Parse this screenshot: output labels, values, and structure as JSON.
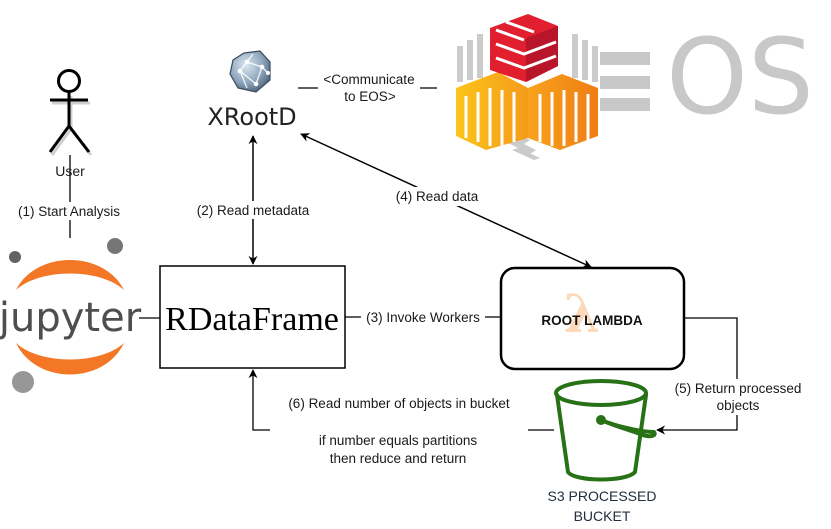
{
  "title": "ROOT Lambda distributed analysis architecture",
  "nodes": {
    "user": {
      "label": "User",
      "icon": "stick-figure"
    },
    "jupyter": {
      "label": "jupyter",
      "icon": "jupyter-logo"
    },
    "rdataframe": {
      "label": "RDataFrame"
    },
    "xrootd": {
      "label": "XRootD",
      "icon": "xrootd-network-globe"
    },
    "eos": {
      "label": "EOS",
      "icon": "eos-cube-logo"
    },
    "root_lambda": {
      "label": "ROOT LAMBDA",
      "icon": "lambda-glyph",
      "glyph": "λ"
    },
    "s3_bucket": {
      "label_line1": "S3 PROCESSED",
      "label_line2": "BUCKET",
      "icon": "bucket"
    }
  },
  "edges": {
    "start_analysis": {
      "label": "(1) Start Analysis"
    },
    "read_metadata": {
      "label": "(2) Read metadata"
    },
    "invoke_workers": {
      "label": "(3) Invoke Workers"
    },
    "read_data": {
      "label": "(4) Read data"
    },
    "return_objects": {
      "label_line1": "(5) Return processed",
      "label_line2": "objects"
    },
    "read_count": {
      "label": "(6) Read number of objects in bucket"
    },
    "reduce_note": {
      "label_line1": "if number equals partitions",
      "label_line2": "then reduce and return"
    },
    "communicate": {
      "label_line1": "<Communicate",
      "label_line2": "to EOS>"
    }
  },
  "colors": {
    "jupyter_orange": "#f37726",
    "jupyter_gray": "#767677",
    "eos_red": "#e0202f",
    "eos_orange": "#f7941d",
    "eos_yellow": "#fbc02d",
    "eos_gray": "#c8c8c8",
    "s3_green": "#277116",
    "lambda_peach": "#fcd9b8"
  }
}
